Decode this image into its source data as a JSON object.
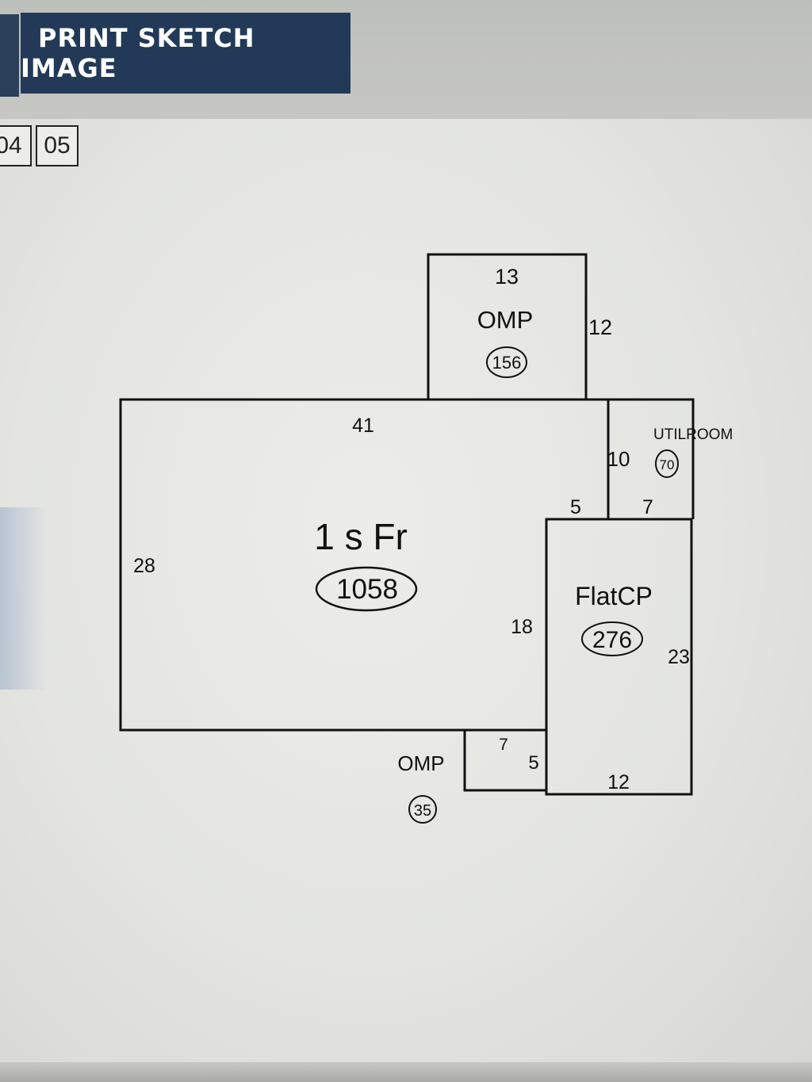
{
  "toolbar": {
    "print_label": "PRINT SKETCH IMAGE"
  },
  "pages": {
    "tab_04": "04",
    "tab_05": "05"
  },
  "sketch": {
    "main": {
      "label": "1 s Fr",
      "area": "1058",
      "dim_top": "41",
      "dim_left": "28",
      "dim_right": "18",
      "dim_notch": "5"
    },
    "omp_top": {
      "label": "OMP",
      "area": "156",
      "dim_top": "13",
      "dim_right": "12"
    },
    "util_room": {
      "label": "UTILROOM",
      "area": "70",
      "dim_left": "10",
      "dim_bottom": "7"
    },
    "flatcp": {
      "label": "FlatCP",
      "area": "276",
      "dim_right": "23",
      "dim_bottom": "12"
    },
    "omp_bottom": {
      "label": "OMP",
      "area": "35",
      "dim_top": "7",
      "dim_right": "5"
    }
  }
}
